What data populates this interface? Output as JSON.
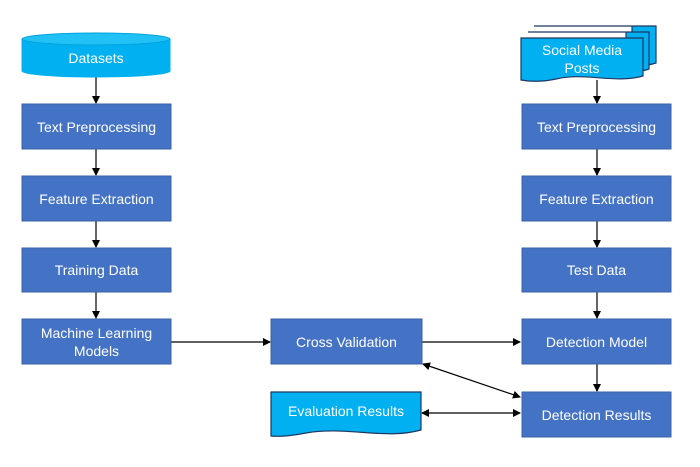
{
  "colors": {
    "process_fill": "#4472C4",
    "process_stroke": "#3A62A8",
    "data_fill": "#00B0F0",
    "data_stroke": "#1F3864",
    "text": "#FFFFFF",
    "connector": "#000000"
  },
  "nodes": {
    "datasets": {
      "label": "Datasets",
      "shape": "cylinder"
    },
    "left_text_preprocessing": {
      "label": "Text Preprocessing",
      "shape": "rectangle"
    },
    "left_feature_extraction": {
      "label": "Feature Extraction",
      "shape": "rectangle"
    },
    "training_data": {
      "label": "Training Data",
      "shape": "rectangle"
    },
    "ml_models": {
      "label_line1": "Machine Learning",
      "label_line2": "Models",
      "shape": "rectangle"
    },
    "cross_validation": {
      "label": "Cross Validation",
      "shape": "rectangle"
    },
    "evaluation_results": {
      "label": "Evaluation Results",
      "shape": "document"
    },
    "social_media_posts": {
      "label_line1": "Social Media",
      "label_line2": "Posts",
      "shape": "multi-document"
    },
    "right_text_preprocessing": {
      "label": "Text Preprocessing",
      "shape": "rectangle"
    },
    "right_feature_extraction": {
      "label": "Feature Extraction",
      "shape": "rectangle"
    },
    "test_data": {
      "label": "Test Data",
      "shape": "rectangle"
    },
    "detection_model": {
      "label": "Detection Model",
      "shape": "rectangle"
    },
    "detection_results": {
      "label": "Detection Results",
      "shape": "rectangle"
    }
  },
  "edges": [
    {
      "from": "datasets",
      "to": "left_text_preprocessing"
    },
    {
      "from": "left_text_preprocessing",
      "to": "left_feature_extraction"
    },
    {
      "from": "left_feature_extraction",
      "to": "training_data"
    },
    {
      "from": "training_data",
      "to": "ml_models"
    },
    {
      "from": "ml_models",
      "to": "cross_validation"
    },
    {
      "from": "cross_validation",
      "to": "detection_model"
    },
    {
      "from": "social_media_posts",
      "to": "right_text_preprocessing"
    },
    {
      "from": "right_text_preprocessing",
      "to": "right_feature_extraction"
    },
    {
      "from": "right_feature_extraction",
      "to": "test_data"
    },
    {
      "from": "test_data",
      "to": "detection_model"
    },
    {
      "from": "detection_model",
      "to": "detection_results"
    },
    {
      "from": "detection_results",
      "to": "cross_validation",
      "bidirectional": true
    },
    {
      "from": "detection_results",
      "to": "evaluation_results",
      "bidirectional": true
    }
  ]
}
